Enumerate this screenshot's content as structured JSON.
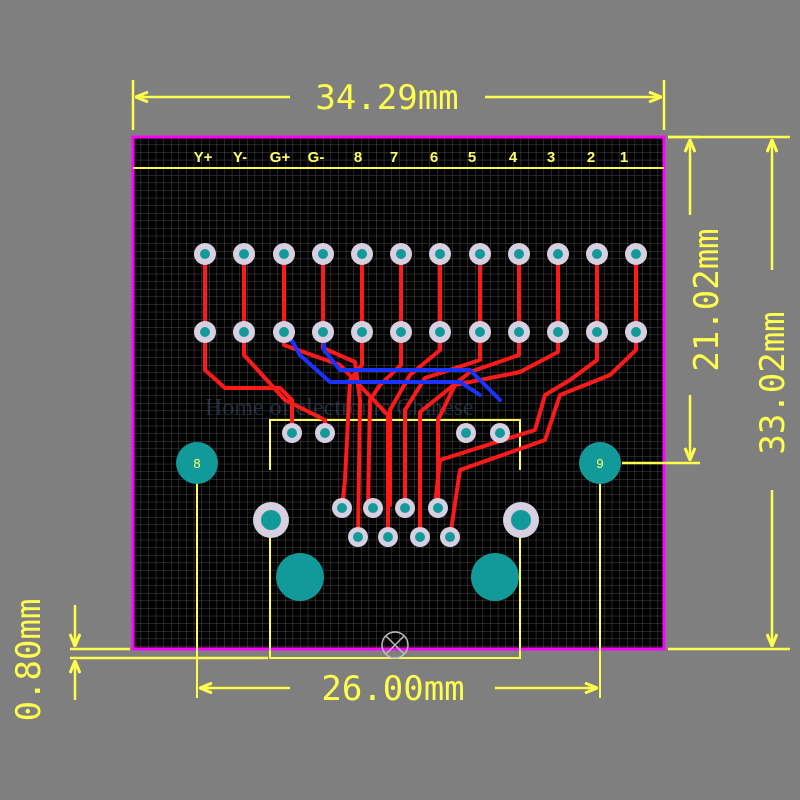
{
  "dimensions": {
    "width_top": "34.29mm",
    "height_right_outer": "33.02mm",
    "height_right_inner": "21.02mm",
    "width_bottom": "26.00mm",
    "offset_left": "0.80mm"
  },
  "header_labels": [
    "Y+",
    "Y-",
    "G+",
    "G-",
    "8",
    "7",
    "6",
    "5",
    "4",
    "3",
    "2",
    "1"
  ],
  "mount_hole_labels": [
    "8",
    "9"
  ],
  "watermark": "Home of electronic Chinese",
  "colors": {
    "background": "#7f7f7f",
    "board": "#000000",
    "grid": "#4c4c4c",
    "outline": "#ff00ff",
    "silkscreen": "#ffff4d",
    "pad_ring": "#d8d0e0",
    "pad_center": "#129a9a",
    "top_trace": "#ff1a1a",
    "bottom_trace": "#1a33ff"
  }
}
